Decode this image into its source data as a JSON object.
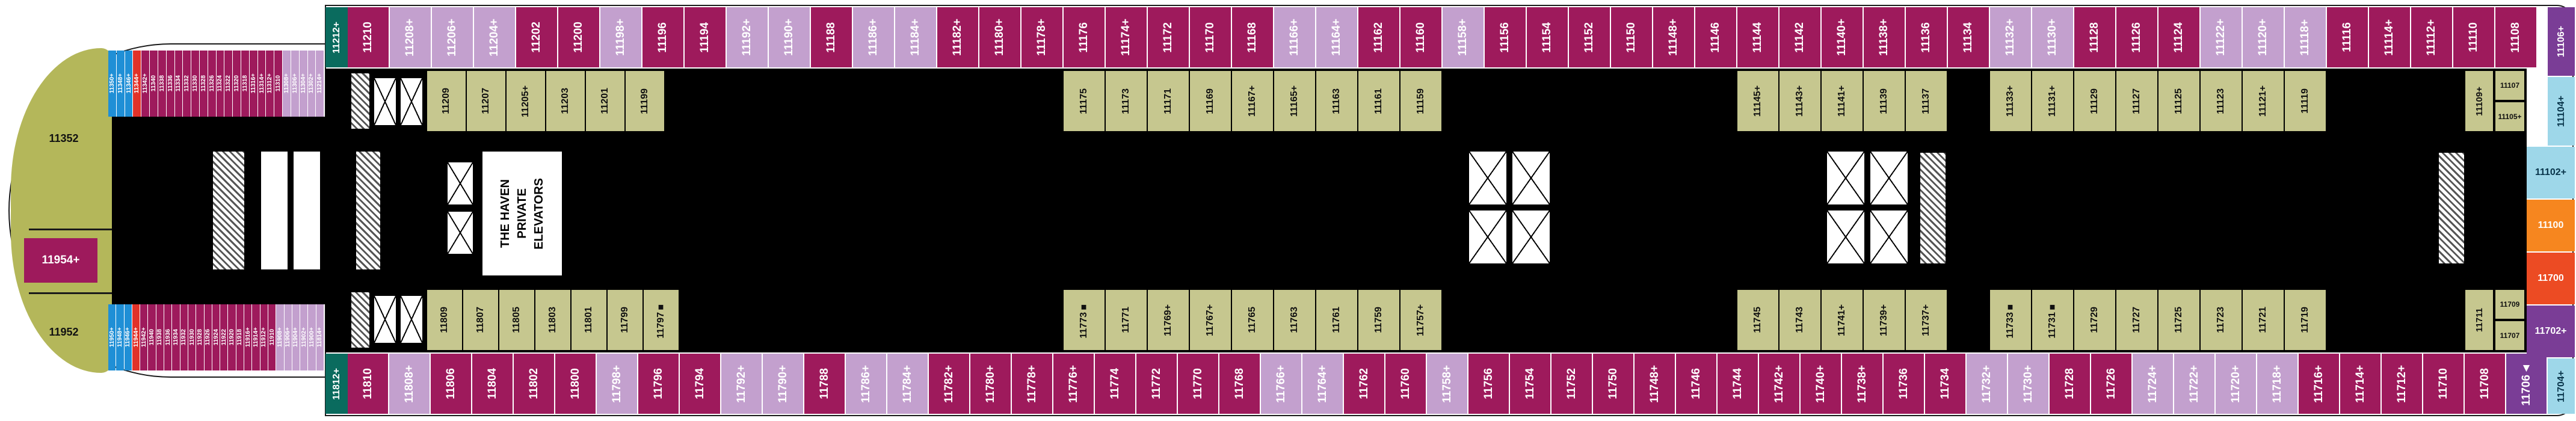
{
  "colors": {
    "m": "#9e1a5c",
    "l": "#c3a0ce",
    "b": "#1f8fd6",
    "r": "#e13229",
    "o": "#c6c78f",
    "cy": "#9ed7e9",
    "p": "#7a3d96",
    "or": "#f6861f",
    "ro": "#ec4b23",
    "t": "#0a6b5e",
    "bow": "#b4b75a"
  },
  "bow": {
    "top": {
      "label": "11352"
    },
    "mid": {
      "label": "11954+"
    },
    "bottom": {
      "label": "11952"
    }
  },
  "teal_top": {
    "label": "11212+"
  },
  "teal_bottom": {
    "label": "11812+"
  },
  "haven": {
    "lines": [
      "THE HAVEN",
      "PRIVATE",
      "ELEVATORS"
    ]
  },
  "rows": {
    "forward_top": [
      {
        "n": "11350",
        "c": "b",
        "s": "+"
      },
      {
        "n": "11348",
        "c": "b",
        "s": "+"
      },
      {
        "n": "11346",
        "c": "b",
        "s": "+"
      },
      {
        "n": "11344",
        "c": "r",
        "s": "+"
      },
      {
        "n": "11342",
        "c": "m",
        "s": "+"
      },
      {
        "n": "11340",
        "c": "m"
      },
      {
        "n": "11338",
        "c": "m"
      },
      {
        "n": "11336",
        "c": "m"
      },
      {
        "n": "11334",
        "c": "m"
      },
      {
        "n": "11332",
        "c": "m"
      },
      {
        "n": "11330",
        "c": "m"
      },
      {
        "n": "11328",
        "c": "m"
      },
      {
        "n": "11326",
        "c": "m"
      },
      {
        "n": "11324",
        "c": "m"
      },
      {
        "n": "11322",
        "c": "m"
      },
      {
        "n": "11320",
        "c": "m"
      },
      {
        "n": "11318",
        "c": "m"
      },
      {
        "n": "11316",
        "c": "m",
        "s": "+"
      },
      {
        "n": "11314",
        "c": "m",
        "s": "+"
      },
      {
        "n": "11312",
        "c": "m",
        "s": "+"
      },
      {
        "n": "11310",
        "c": "m"
      },
      {
        "n": "11308",
        "c": "l",
        "s": "+"
      },
      {
        "n": "11306",
        "c": "l",
        "s": "+"
      },
      {
        "n": "11304",
        "c": "l",
        "s": "+"
      },
      {
        "n": "11302",
        "c": "l",
        "s": "+"
      },
      {
        "n": "11214",
        "c": "l",
        "s": "+"
      }
    ],
    "forward_bottom": [
      {
        "n": "11950",
        "c": "b",
        "s": "+"
      },
      {
        "n": "11948",
        "c": "b",
        "s": "+"
      },
      {
        "n": "11946",
        "c": "b",
        "s": "+"
      },
      {
        "n": "11944",
        "c": "r",
        "s": "+"
      },
      {
        "n": "11942",
        "c": "m",
        "s": "+"
      },
      {
        "n": "11940",
        "c": "m"
      },
      {
        "n": "11938",
        "c": "m"
      },
      {
        "n": "11936",
        "c": "m"
      },
      {
        "n": "11934",
        "c": "m"
      },
      {
        "n": "11932",
        "c": "m"
      },
      {
        "n": "11930",
        "c": "m"
      },
      {
        "n": "11928",
        "c": "m"
      },
      {
        "n": "11926",
        "c": "m"
      },
      {
        "n": "11924",
        "c": "m"
      },
      {
        "n": "11922",
        "c": "m"
      },
      {
        "n": "11920",
        "c": "m"
      },
      {
        "n": "11918",
        "c": "m"
      },
      {
        "n": "11916",
        "c": "m",
        "s": "+"
      },
      {
        "n": "11914",
        "c": "m",
        "s": "+"
      },
      {
        "n": "11912",
        "c": "m",
        "s": "+"
      },
      {
        "n": "11910",
        "c": "m"
      },
      {
        "n": "11908",
        "c": "l",
        "s": "+"
      },
      {
        "n": "11906",
        "c": "l",
        "s": "+"
      },
      {
        "n": "11904",
        "c": "l",
        "s": "+"
      },
      {
        "n": "11902",
        "c": "l",
        "s": "+"
      },
      {
        "n": "11900",
        "c": "l",
        "s": "+"
      },
      {
        "n": "11814",
        "c": "l",
        "s": "+"
      }
    ],
    "main_top": [
      {
        "n": "11210",
        "c": "m"
      },
      {
        "n": "11208",
        "c": "l",
        "s": "+"
      },
      {
        "n": "11206",
        "c": "l",
        "s": "+"
      },
      {
        "n": "11204",
        "c": "l",
        "s": "+"
      },
      {
        "n": "11202",
        "c": "m"
      },
      {
        "n": "11200",
        "c": "m"
      },
      {
        "n": "11198",
        "c": "l",
        "s": "+"
      },
      {
        "n": "11196",
        "c": "m"
      },
      {
        "n": "11194",
        "c": "m"
      },
      {
        "n": "11192",
        "c": "l",
        "s": "+"
      },
      {
        "n": "11190",
        "c": "l",
        "s": "+"
      },
      {
        "n": "11188",
        "c": "m"
      },
      {
        "n": "11186",
        "c": "l",
        "s": "+"
      },
      {
        "n": "11184",
        "c": "l",
        "s": "+"
      },
      {
        "n": "11182",
        "c": "m",
        "s": "+"
      },
      {
        "n": "11180",
        "c": "m",
        "s": "+"
      },
      {
        "n": "11178",
        "c": "m",
        "s": "+"
      },
      {
        "n": "11176",
        "c": "m"
      },
      {
        "n": "11174",
        "c": "m",
        "s": "+"
      },
      {
        "n": "11172",
        "c": "m"
      },
      {
        "n": "11170",
        "c": "m"
      },
      {
        "n": "11168",
        "c": "m"
      },
      {
        "n": "11166",
        "c": "l",
        "s": "+"
      },
      {
        "n": "11164",
        "c": "l",
        "s": "+"
      },
      {
        "n": "11162",
        "c": "m"
      },
      {
        "n": "11160",
        "c": "m"
      },
      {
        "n": "11158",
        "c": "l",
        "s": "+"
      },
      {
        "n": "11156",
        "c": "m"
      },
      {
        "n": "11154",
        "c": "m"
      },
      {
        "n": "11152",
        "c": "m"
      },
      {
        "n": "11150",
        "c": "m"
      },
      {
        "n": "11148",
        "c": "m",
        "s": "+"
      },
      {
        "n": "11146",
        "c": "m"
      },
      {
        "n": "11144",
        "c": "m"
      },
      {
        "n": "11142",
        "c": "m"
      },
      {
        "n": "11140",
        "c": "m",
        "s": "+"
      },
      {
        "n": "11138",
        "c": "m",
        "s": "+"
      },
      {
        "n": "11136",
        "c": "m"
      },
      {
        "n": "11134",
        "c": "m"
      },
      {
        "n": "11132",
        "c": "l",
        "s": "+"
      },
      {
        "n": "11130",
        "c": "l",
        "s": "+"
      },
      {
        "n": "11128",
        "c": "m"
      },
      {
        "n": "11126",
        "c": "m"
      },
      {
        "n": "11124",
        "c": "m"
      },
      {
        "n": "11122",
        "c": "l",
        "s": "+"
      },
      {
        "n": "11120",
        "c": "l",
        "s": "+"
      },
      {
        "n": "11118",
        "c": "l",
        "s": "+"
      },
      {
        "n": "11116",
        "c": "m"
      },
      {
        "n": "11114",
        "c": "m",
        "s": "+"
      },
      {
        "n": "11112",
        "c": "m",
        "s": "+"
      },
      {
        "n": "11110",
        "c": "m"
      },
      {
        "n": "11108",
        "c": "m"
      }
    ],
    "main_bottom": [
      {
        "n": "11810",
        "c": "m"
      },
      {
        "n": "11808",
        "c": "l",
        "s": "+"
      },
      {
        "n": "11806",
        "c": "m"
      },
      {
        "n": "11804",
        "c": "m"
      },
      {
        "n": "11802",
        "c": "m"
      },
      {
        "n": "11800",
        "c": "m"
      },
      {
        "n": "11798",
        "c": "l",
        "s": "+"
      },
      {
        "n": "11796",
        "c": "m"
      },
      {
        "n": "11794",
        "c": "m"
      },
      {
        "n": "11792",
        "c": "l",
        "s": "+"
      },
      {
        "n": "11790",
        "c": "l",
        "s": "+"
      },
      {
        "n": "11788",
        "c": "m"
      },
      {
        "n": "11786",
        "c": "l",
        "s": "+"
      },
      {
        "n": "11784",
        "c": "l",
        "s": "+"
      },
      {
        "n": "11782",
        "c": "m",
        "s": "+"
      },
      {
        "n": "11780",
        "c": "m",
        "s": "+"
      },
      {
        "n": "11778",
        "c": "m",
        "s": "+"
      },
      {
        "n": "11776",
        "c": "m",
        "s": "+"
      },
      {
        "n": "11774",
        "c": "m"
      },
      {
        "n": "11772",
        "c": "m"
      },
      {
        "n": "11770",
        "c": "m"
      },
      {
        "n": "11768",
        "c": "m"
      },
      {
        "n": "11766",
        "c": "l",
        "s": "+"
      },
      {
        "n": "11764",
        "c": "l",
        "s": "+"
      },
      {
        "n": "11762",
        "c": "m"
      },
      {
        "n": "11760",
        "c": "m"
      },
      {
        "n": "11758",
        "c": "l",
        "s": "+"
      },
      {
        "n": "11756",
        "c": "m"
      },
      {
        "n": "11754",
        "c": "m"
      },
      {
        "n": "11752",
        "c": "m"
      },
      {
        "n": "11750",
        "c": "m"
      },
      {
        "n": "11748",
        "c": "m",
        "s": "+"
      },
      {
        "n": "11746",
        "c": "m"
      },
      {
        "n": "11744",
        "c": "m"
      },
      {
        "n": "11742",
        "c": "m",
        "s": "+"
      },
      {
        "n": "11740",
        "c": "m",
        "s": "+"
      },
      {
        "n": "11738",
        "c": "m",
        "s": "+"
      },
      {
        "n": "11736",
        "c": "m"
      },
      {
        "n": "11734",
        "c": "m"
      },
      {
        "n": "11732",
        "c": "l",
        "s": "+"
      },
      {
        "n": "11730",
        "c": "l",
        "s": "+"
      },
      {
        "n": "11728",
        "c": "m"
      },
      {
        "n": "11726",
        "c": "m"
      },
      {
        "n": "11724",
        "c": "l",
        "s": "+"
      },
      {
        "n": "11722",
        "c": "l",
        "s": "+"
      },
      {
        "n": "11720",
        "c": "l",
        "s": "+"
      },
      {
        "n": "11718",
        "c": "l",
        "s": "+"
      },
      {
        "n": "11716",
        "c": "m",
        "s": "+"
      },
      {
        "n": "11714",
        "c": "m",
        "s": "+"
      },
      {
        "n": "11712",
        "c": "m",
        "s": "+"
      },
      {
        "n": "11710",
        "c": "m"
      },
      {
        "n": "11708",
        "c": "m"
      },
      {
        "n": "11706",
        "c": "p",
        "s": "▲"
      }
    ],
    "inner_top_a": [
      {
        "n": "11209",
        "c": "o"
      },
      {
        "n": "11207",
        "c": "o"
      },
      {
        "n": "11205",
        "c": "o",
        "s": "+"
      },
      {
        "n": "11203",
        "c": "o"
      },
      {
        "n": "11201",
        "c": "o"
      },
      {
        "n": "11199",
        "c": "o"
      }
    ],
    "inner_top_b": [
      {
        "n": "11175",
        "c": "o"
      },
      {
        "n": "11173",
        "c": "o"
      },
      {
        "n": "11171",
        "c": "o"
      },
      {
        "n": "11169",
        "c": "o"
      },
      {
        "n": "11167",
        "c": "o",
        "s": "+"
      },
      {
        "n": "11165",
        "c": "o",
        "s": "+"
      },
      {
        "n": "11163",
        "c": "o"
      },
      {
        "n": "11161",
        "c": "o"
      },
      {
        "n": "11159",
        "c": "o"
      }
    ],
    "inner_top_c": [
      {
        "n": "11145",
        "c": "o",
        "s": "+"
      },
      {
        "n": "11143",
        "c": "o",
        "s": "+"
      },
      {
        "n": "11141",
        "c": "o",
        "s": "+"
      },
      {
        "n": "11139",
        "c": "o"
      },
      {
        "n": "11137",
        "c": "o"
      },
      {
        "n": "",
        "c": "gap"
      },
      {
        "n": "11133",
        "c": "o",
        "s": "+"
      },
      {
        "n": "11131",
        "c": "o",
        "s": "+"
      },
      {
        "n": "11129",
        "c": "o"
      },
      {
        "n": "11127",
        "c": "o"
      },
      {
        "n": "11125",
        "c": "o"
      },
      {
        "n": "11123",
        "c": "o"
      },
      {
        "n": "11121",
        "c": "o",
        "s": "+"
      },
      {
        "n": "11119",
        "c": "o"
      }
    ],
    "inner_top_d": [
      {
        "n": "11109",
        "c": "o",
        "s": "+"
      },
      {
        "n": "11107",
        "c": "o"
      },
      {
        "n": "11105",
        "c": "o",
        "s": "+"
      }
    ],
    "inner_bottom_a": [
      {
        "n": "11809",
        "c": "o"
      },
      {
        "n": "11807",
        "c": "o"
      },
      {
        "n": "11805",
        "c": "o"
      },
      {
        "n": "11803",
        "c": "o"
      },
      {
        "n": "11801",
        "c": "o"
      },
      {
        "n": "11799",
        "c": "o"
      },
      {
        "n": "11797",
        "c": "o",
        "s": "■"
      }
    ],
    "inner_bottom_b": [
      {
        "n": "11773",
        "c": "o",
        "s": "■"
      },
      {
        "n": "11771",
        "c": "o"
      },
      {
        "n": "11769",
        "c": "o",
        "s": "+"
      },
      {
        "n": "11767",
        "c": "o",
        "s": "+"
      },
      {
        "n": "11765",
        "c": "o"
      },
      {
        "n": "11763",
        "c": "o"
      },
      {
        "n": "11761",
        "c": "o"
      },
      {
        "n": "11759",
        "c": "o"
      },
      {
        "n": "11757",
        "c": "o",
        "s": "+"
      }
    ],
    "inner_bottom_c": [
      {
        "n": "11745",
        "c": "o"
      },
      {
        "n": "11743",
        "c": "o"
      },
      {
        "n": "11741",
        "c": "o",
        "s": "+"
      },
      {
        "n": "11739",
        "c": "o",
        "s": "+"
      },
      {
        "n": "11737",
        "c": "o",
        "s": "+"
      },
      {
        "n": "",
        "c": "gap"
      },
      {
        "n": "11733",
        "c": "o",
        "s": "■"
      },
      {
        "n": "11731",
        "c": "o",
        "s": "■"
      },
      {
        "n": "11729",
        "c": "o"
      },
      {
        "n": "11727",
        "c": "o"
      },
      {
        "n": "11725",
        "c": "o"
      },
      {
        "n": "11723",
        "c": "o"
      },
      {
        "n": "11721",
        "c": "o"
      },
      {
        "n": "11719",
        "c": "o"
      }
    ],
    "inner_bottom_d": [
      {
        "n": "11711",
        "c": "o"
      },
      {
        "n": "11709",
        "c": "o"
      },
      {
        "n": "11707",
        "c": "o"
      }
    ],
    "right_column": [
      {
        "n": "11106",
        "c": "p",
        "s": "+"
      },
      {
        "n": "11104",
        "c": "cy",
        "s": "+"
      },
      {
        "n": "11102",
        "c": "cy",
        "s": "+"
      },
      {
        "n": "11100",
        "c": "or"
      },
      {
        "n": "11700",
        "c": "ro"
      },
      {
        "n": "11702",
        "c": "p",
        "s": "+"
      },
      {
        "n": "11704",
        "c": "cy",
        "s": "+"
      }
    ]
  }
}
